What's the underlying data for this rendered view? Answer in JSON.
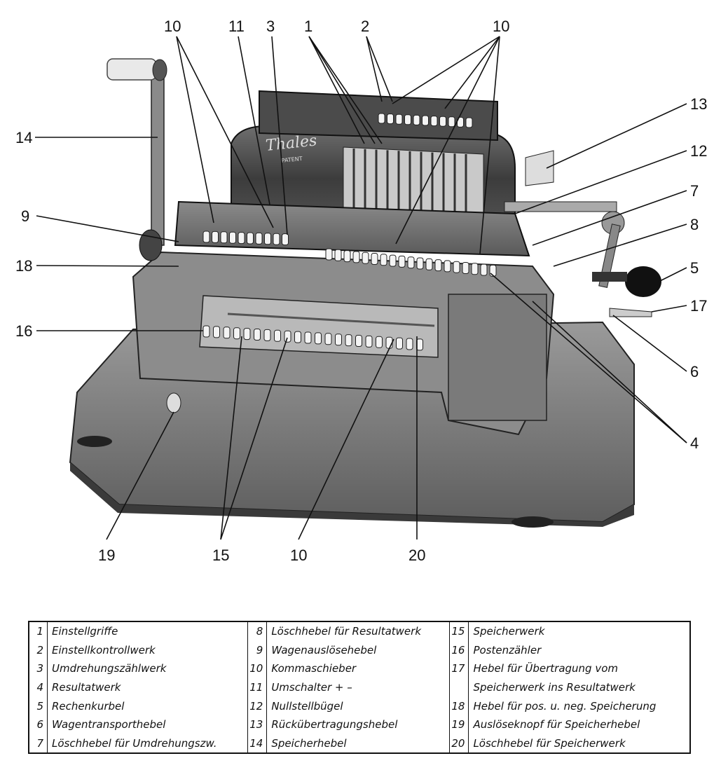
{
  "callouts": {
    "c10_a": "10",
    "c11": "11",
    "c3": "3",
    "c1": "1",
    "c2": "2",
    "c10_b": "10",
    "c13": "13",
    "c14": "14",
    "c12": "12",
    "c7": "7",
    "c9": "9",
    "c8": "8",
    "c18": "18",
    "c5": "5",
    "c16": "16",
    "c17": "17",
    "c6": "6",
    "c4": "4",
    "c19": "19",
    "c15": "15",
    "c10_c": "10",
    "c20": "20"
  },
  "machine": {
    "brand": "Thales",
    "patent": "PATENT"
  },
  "legend": {
    "rows": [
      [
        {
          "n": "1",
          "t": "Einstellgriffe"
        },
        {
          "n": "8",
          "t": "Löschhebel für Resultatwerk"
        },
        {
          "n": "15",
          "t": "Speicherwerk"
        }
      ],
      [
        {
          "n": "2",
          "t": "Einstellkontrollwerk"
        },
        {
          "n": "9",
          "t": "Wagenauslösehebel"
        },
        {
          "n": "16",
          "t": "Postenzähler"
        }
      ],
      [
        {
          "n": "3",
          "t": "Umdrehungszählwerk"
        },
        {
          "n": "10",
          "t": "Kommaschieber"
        },
        {
          "n": "17",
          "t": "Hebel für Übertragung vom"
        }
      ],
      [
        {
          "n": "4",
          "t": "Resultatwerk"
        },
        {
          "n": "11",
          "t": "Umschalter + –"
        },
        {
          "n": "",
          "t": "Speicherwerk ins Resultatwerk"
        }
      ],
      [
        {
          "n": "5",
          "t": "Rechenkurbel"
        },
        {
          "n": "12",
          "t": "Nullstellbügel"
        },
        {
          "n": "18",
          "t": "Hebel für pos. u. neg. Speicherung"
        }
      ],
      [
        {
          "n": "6",
          "t": "Wagentransporthebel"
        },
        {
          "n": "13",
          "t": "Rückübertragungshebel"
        },
        {
          "n": "19",
          "t": "Auslöseknopf für Speicherhebel"
        }
      ],
      [
        {
          "n": "7",
          "t": "Löschhebel für Umdrehungszw."
        },
        {
          "n": "14",
          "t": "Speicherhebel"
        },
        {
          "n": "20",
          "t": "Löschhebel für Speicherwerk"
        }
      ]
    ]
  }
}
